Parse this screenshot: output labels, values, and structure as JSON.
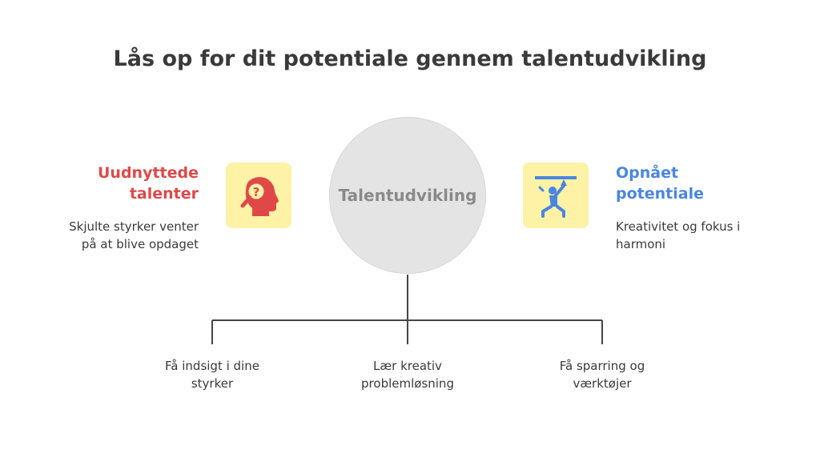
{
  "title": "Lås op for dit potentiale gennem talentudvikling",
  "center": {
    "label": "Talentudvikling"
  },
  "left": {
    "title": "Uudnyttede\ntalenter",
    "description": "Skjulte styrker venter\npå at blive opdaget",
    "icon": "head-question-magnifier-icon"
  },
  "right": {
    "title": "Opnået\npotentiale",
    "description": "Kreativitet og fokus i\nharmoni",
    "icon": "zipline-person-icon"
  },
  "branches": [
    {
      "label": "Få indsigt i dine\nstyrker"
    },
    {
      "label": "Lær kreativ\nproblemløsning"
    },
    {
      "label": "Få sparring og\nværktøjer"
    }
  ],
  "colors": {
    "left_accent": "#e04848",
    "right_accent": "#4a86e0",
    "icon_background": "#fdf2a6",
    "connector": "#444444",
    "circle": "#e4e4e4"
  }
}
